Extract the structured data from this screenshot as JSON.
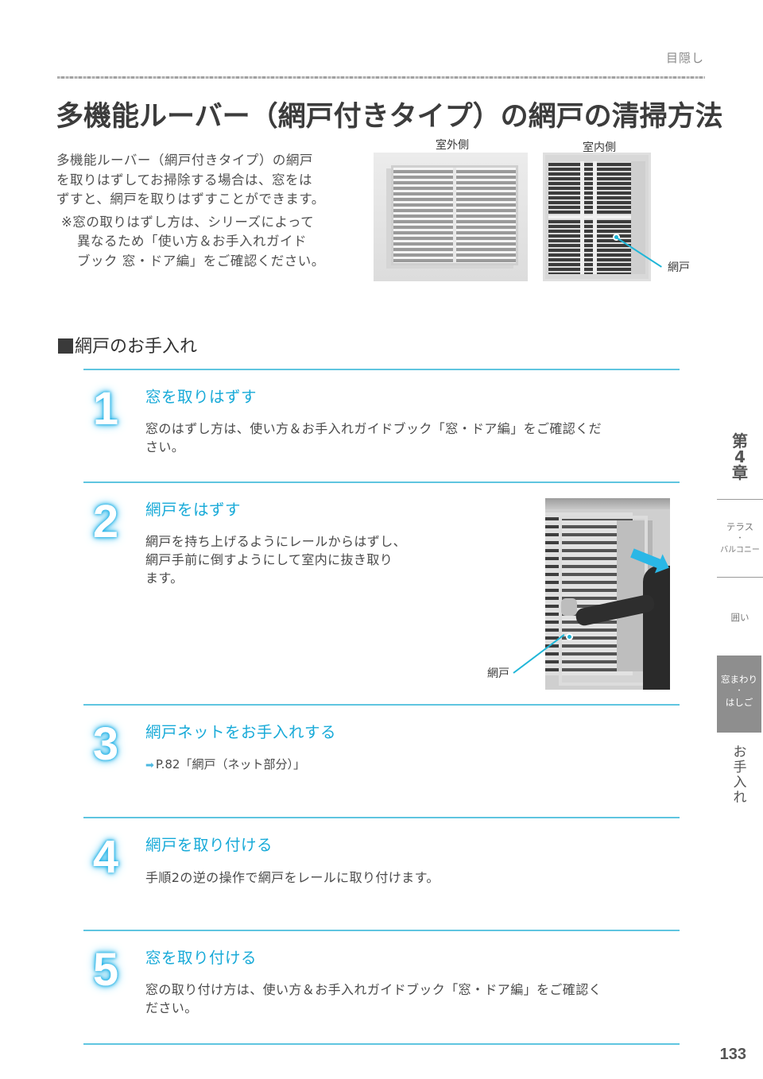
{
  "header": {
    "section_label": "目隠し",
    "page_title": "多機能ルーバー（網戸付きタイプ）の網戸の清掃方法"
  },
  "intro": {
    "lines": [
      "多機能ルーバー（網戸付きタイプ）の網戸",
      "を取りはずしてお掃除する場合は、窓をは",
      "ずすと、網戸を取りはずすことができます。"
    ],
    "note_lines": [
      "※窓の取りはずし方は、シリーズによって",
      "異なるため「使い方＆お手入れガイド",
      "ブック 窓・ドア編」をご確認ください。"
    ]
  },
  "photos": {
    "outside_label": "室外側",
    "inside_label": "室内側",
    "inside_callout": "網戸",
    "step2_callout": "網戸"
  },
  "section": {
    "heading": "網戸のお手入れ"
  },
  "steps": [
    {
      "number": "1",
      "title": "窓を取りはずす",
      "body_lines": [
        "窓のはずし方は、使い方＆お手入れガイドブック「窓・ドア編」をご確認くだ",
        "さい。"
      ]
    },
    {
      "number": "2",
      "title": "網戸をはずす",
      "body_lines": [
        "網戸を持ち上げるようにレールからはずし、",
        "網戸手前に倒すようにして室内に抜き取り",
        "ます。"
      ]
    },
    {
      "number": "3",
      "title": "網戸ネットをお手入れする",
      "link_arrow": "➡",
      "link_text": "P.82「網戸（ネット部分）」"
    },
    {
      "number": "4",
      "title": "網戸を取り付ける",
      "body_lines": [
        "手順2の逆の操作で網戸をレールに取り付けます。"
      ]
    },
    {
      "number": "5",
      "title": "窓を取り付ける",
      "body_lines": [
        "窓の取り付け方は、使い方＆お手入れガイドブック「窓・ドア編」をご確認く",
        "ださい。"
      ]
    }
  ],
  "side_tabs": {
    "chapter": [
      "第",
      "4",
      "章"
    ],
    "items": [
      {
        "label_lines": [
          "テラス",
          "・",
          "バルコニー"
        ]
      },
      {
        "label_lines": [
          "囲い"
        ]
      }
    ],
    "active": {
      "label_lines": [
        "窓まわり",
        "・",
        "はしご"
      ]
    },
    "vertical_label": [
      "お",
      "手",
      "入",
      "れ"
    ]
  },
  "footer": {
    "page_number": "133"
  },
  "colors": {
    "accent_cyan": "#18aad8",
    "rule_cyan": "#5fc5e0",
    "active_tab_gray": "#8e8e8e",
    "text_gray": "#4a4a4a"
  }
}
